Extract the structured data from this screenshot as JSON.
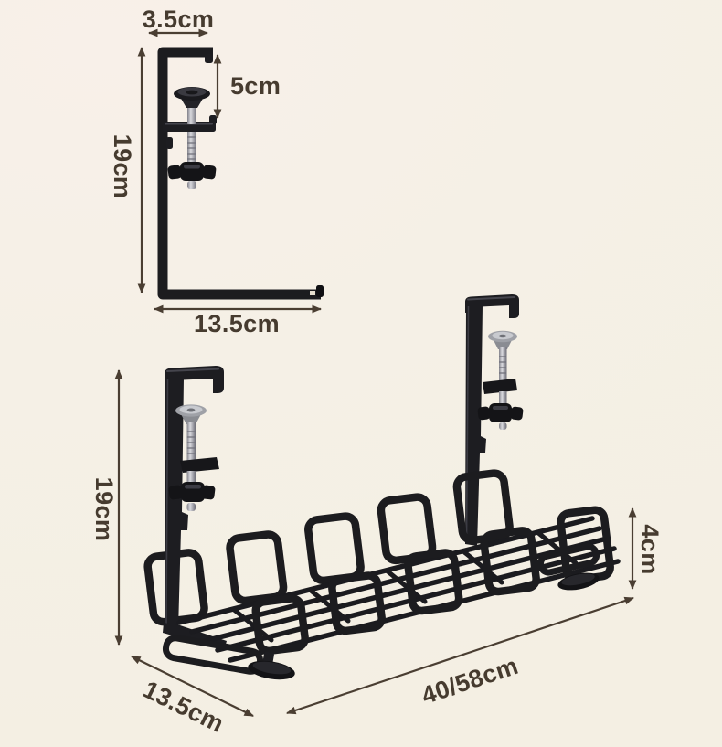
{
  "illustration": {
    "subject": "under-desk cable management tray with screw clamp mounts",
    "views": [
      "clamp-side-detail",
      "assembled-tray"
    ]
  },
  "colors": {
    "background": "#f5f0e6",
    "dimension_ink": "#4a3e32",
    "label_ink": "#463b2f",
    "product_black": "#1c1c1f",
    "metal_silver": "#c9c9cf"
  },
  "clamp_detail": {
    "top_width": "3.5cm",
    "clamp_opening": "5cm",
    "height": "19cm",
    "depth": "13.5cm"
  },
  "assembled": {
    "height": "19cm",
    "tray_height": "4cm",
    "depth": "13.5cm",
    "length": "40/58cm"
  }
}
